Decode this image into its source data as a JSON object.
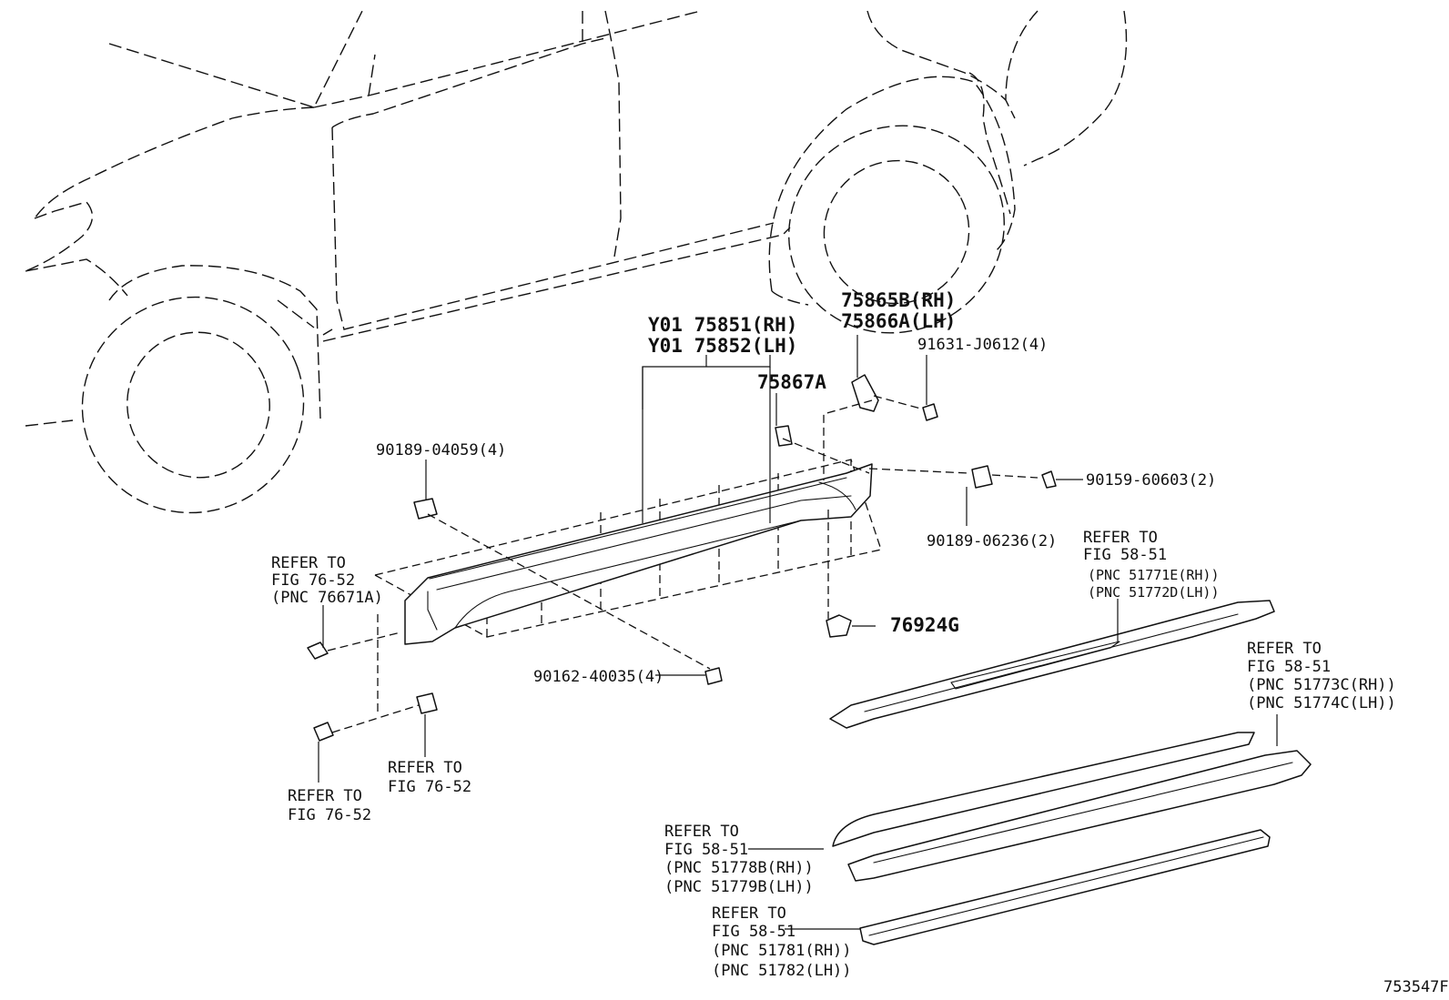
{
  "callouts": {
    "sidestep_rh": "Y01 75851(RH)",
    "sidestep_lh": "Y01 75852(LH)",
    "bracket_rh": "75865B(RH)",
    "bracket_lh": "75866A(LH)",
    "bolt_91631": "91631-J0612(4)",
    "clip_75867a": "75867A",
    "clip_90189_04059": "90189-04059(4)",
    "screw_90159": "90159-60603(2)",
    "clip_90189_06236": "90189-06236(2)",
    "clip_76924g": "76924G",
    "screw_90162": "90162-40035(4)"
  },
  "refer_fig_76_52_a": [
    "REFER TO",
    "FIG 76-52",
    "(PNC 76671A)"
  ],
  "refer_fig_76_52_b": [
    "REFER TO",
    "FIG 76-52"
  ],
  "refer_fig_76_52_c": [
    "REFER TO",
    "FIG 76-52"
  ],
  "refer_fig_58_51_a": [
    "REFER TO",
    "FIG 58-51",
    "(PNC 51771E(RH))",
    "(PNC 51772D(LH))"
  ],
  "refer_fig_58_51_b": [
    "REFER TO",
    "FIG 58-51",
    "(PNC 51773C(RH))",
    "(PNC 51774C(LH))"
  ],
  "refer_fig_58_51_c": [
    "REFER TO",
    "FIG 58-51",
    "(PNC 51778B(RH))",
    "(PNC 51779B(LH))"
  ],
  "refer_fig_58_51_d": [
    "REFER TO",
    "FIG 58-51",
    "(PNC 51781(RH))",
    "(PNC 51782(LH))"
  ],
  "figure_id": "753547F"
}
